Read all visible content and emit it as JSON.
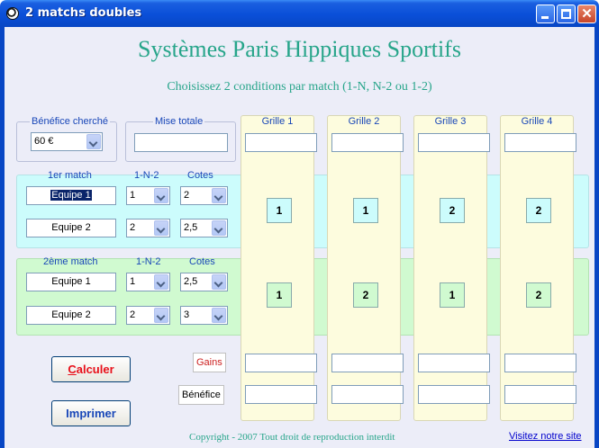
{
  "window": {
    "title": "2 matchs doubles",
    "icon": "soccer-ball-icon"
  },
  "header": {
    "title": "Systèmes  Paris Hippiques Sportifs",
    "subtitle": "Choisissez 2 conditions par match (1-N,  N-2 ou 1-2)"
  },
  "benefice_cherche": {
    "label": "Bénéfice cherché",
    "value": "60 €"
  },
  "mise_totale": {
    "label": "Mise totale",
    "value": ""
  },
  "match1": {
    "label": "1er match",
    "col_1n2": "1-N-2",
    "col_cotes": "Cotes",
    "rows": [
      {
        "team": "Equipe 1",
        "choice": "1",
        "cote": "2"
      },
      {
        "team": "Equipe 2",
        "choice": "2",
        "cote": "2,5"
      }
    ]
  },
  "match2": {
    "label": "2ème  match",
    "col_1n2": "1-N-2",
    "col_cotes": "Cotes",
    "rows": [
      {
        "team": "Equipe 1",
        "choice": "1",
        "cote": "2,5"
      },
      {
        "team": "Equipe 2",
        "choice": "2",
        "cote": "3"
      }
    ]
  },
  "grilles": [
    {
      "label": "Grille 1",
      "m1": "1",
      "m2": "1"
    },
    {
      "label": "Grille 2",
      "m1": "1",
      "m2": "2"
    },
    {
      "label": "Grille 3",
      "m1": "2",
      "m2": "1"
    },
    {
      "label": "Grille 4",
      "m1": "2",
      "m2": "2"
    }
  ],
  "labels": {
    "gains": "Gains",
    "benefice": "Bénéfice"
  },
  "buttons": {
    "calculer": "Calculer",
    "calculer_key": "C",
    "calculer_rest": "alculer",
    "imprimer": "Imprimer"
  },
  "footer": {
    "copyright": "Copyright - 2007  Tout droit de reproduction interdit",
    "link": "Visitez notre site"
  },
  "colors": {
    "title": "#27a58a",
    "label": "#1947b8",
    "cyan": "#ccfcfc",
    "green": "#d0fad0",
    "grille": "#fdfcde"
  }
}
